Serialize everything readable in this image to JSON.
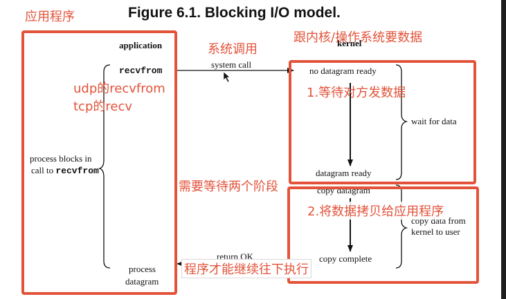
{
  "figure_title": "Figure 6.1. Blocking I/O model.",
  "columns": {
    "application": "application",
    "kernel": "kernel"
  },
  "app_labels": {
    "recvfrom": "recvfrom",
    "process_blocks_line1": "process blocks in",
    "process_blocks_line2_a": "call to ",
    "process_blocks_line2_b": "recvfrom",
    "process": "process",
    "datagram": "datagram"
  },
  "kernel_labels": {
    "no_datagram_ready": "no datagram ready",
    "datagram_ready": "datagram ready",
    "copy_datagram": "copy datagram",
    "copy_complete": "copy complete"
  },
  "arrow_labels": {
    "system_call": "system call",
    "return_ok": "return OK"
  },
  "phase_labels": {
    "wait_for_data": "wait for data",
    "copy_line1": "copy data from",
    "copy_line2": "kernel to user"
  },
  "annotations": {
    "app_program": "应用程序",
    "udp_recvfrom": "udp的recvfrom",
    "tcp_recv": "tcp的recv",
    "syscall_cn": "系统调用",
    "ask_kernel": "跟内核/操作系统要数据",
    "wait_peer": "1.等待对方发数据",
    "two_phases": "需要等待两个阶段",
    "copy_to_app": "2.将数据拷贝给应用程序",
    "continue_exec": "程序才能继续往下执行"
  },
  "colors": {
    "annotation": "#e2533a",
    "ink": "#111111"
  }
}
